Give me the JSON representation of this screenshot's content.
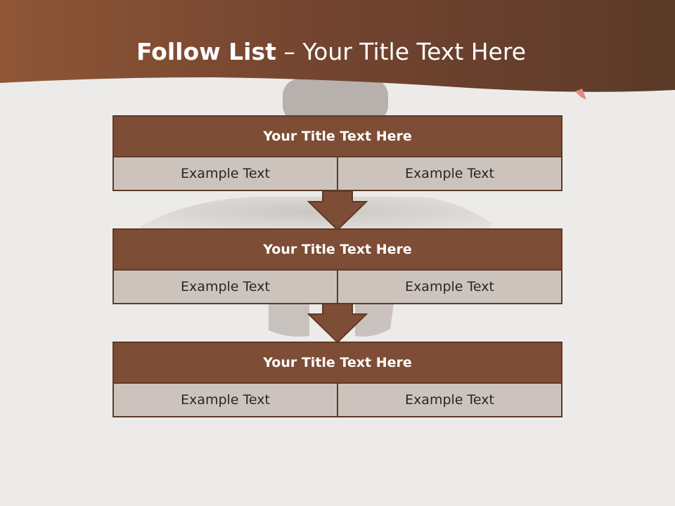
{
  "slide": {
    "title_bold": "Follow List",
    "title_rest": "– Your Title Text Here"
  },
  "blocks": [
    {
      "title": "Your Title Text Here",
      "left": "Example Text",
      "right": "Example Text"
    },
    {
      "title": "Your Title Text Here",
      "left": "Example Text",
      "right": "Example Text"
    },
    {
      "title": "Your Title Text Here",
      "left": "Example Text",
      "right": "Example Text"
    }
  ],
  "colors": {
    "header_brown": "#7d4d35",
    "border_brown": "#5e3a26",
    "cell_fill": "#cdc3bd",
    "background": "#ecebea"
  }
}
